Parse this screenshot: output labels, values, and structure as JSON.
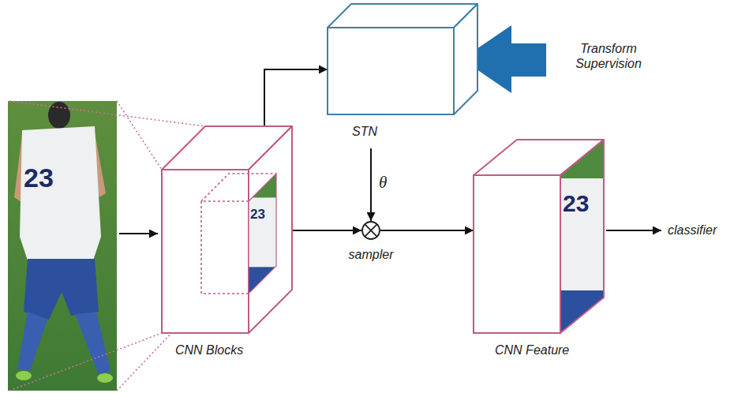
{
  "diagram": {
    "nodes": [
      {
        "text": [
          "STN"
        ]
      },
      {
        "text": [
          "CNN Blocks"
        ]
      },
      {
        "text": [
          "sampler"
        ]
      },
      {
        "text": [
          "CNN Feature"
        ]
      }
    ],
    "edges": [
      {
        "from": 1,
        "to": 0,
        "arrow": "to"
      },
      {
        "from": 1,
        "to": 2,
        "arrow": "to"
      },
      {
        "from": 0,
        "to": 2,
        "arrow": "to",
        "label": "θ"
      },
      {
        "from": 2,
        "to": 3,
        "arrow": "to"
      }
    ],
    "labels": [
      "Transform Supervision",
      "classifier",
      "23",
      "23",
      "23"
    ]
  }
}
